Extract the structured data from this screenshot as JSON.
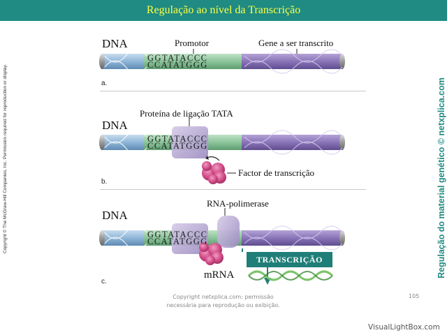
{
  "header": {
    "title": "Regulação ao nível da Transcrição"
  },
  "panels": [
    {
      "letter": "a.",
      "dna_label": "DNA",
      "promoter_label": "Promotor",
      "gene_label": "Gene a ser transcrito",
      "seq_top": "GGTATACCC",
      "seq_bottom": "CCATATGGG"
    },
    {
      "letter": "b.",
      "dna_label": "DNA",
      "tata_protein_label": "Proteína de ligação TATA",
      "factor_label": "Factor de transcrição",
      "seq_top": "GGTATACCC",
      "seq_bottom": "CCATATGGG"
    },
    {
      "letter": "c.",
      "dna_label": "DNA",
      "polymerase_label": "RNA-polimerase",
      "transcription_label": "TRANSCRIÇÃO",
      "mrna_label": "mRNA",
      "seq_top": "GGTATACCC",
      "seq_bottom": "CCATATGGG"
    }
  ],
  "side_left": "Copyright © The McGraw-Hill Companies, Inc. Permission required for reproduction or display.",
  "side_right": "Regulação do material genético © netxplica.com",
  "footer": {
    "line1": "Copyright netxplica.com: permissão",
    "line2": "necessária para reprodução ou exibição.",
    "page": "105"
  },
  "watermark": "VisualLightBox.com",
  "colors": {
    "title_bg": "#1f8b82",
    "title_text": "#ffff44",
    "dna_blue": "#8fb6d8",
    "promoter_green": "#8cc49b",
    "gene_purple": "#8a74b8",
    "protein_lavender": "#b9aad4",
    "factor_pink": "#d04a86",
    "accent_teal": "#1f7f78"
  }
}
